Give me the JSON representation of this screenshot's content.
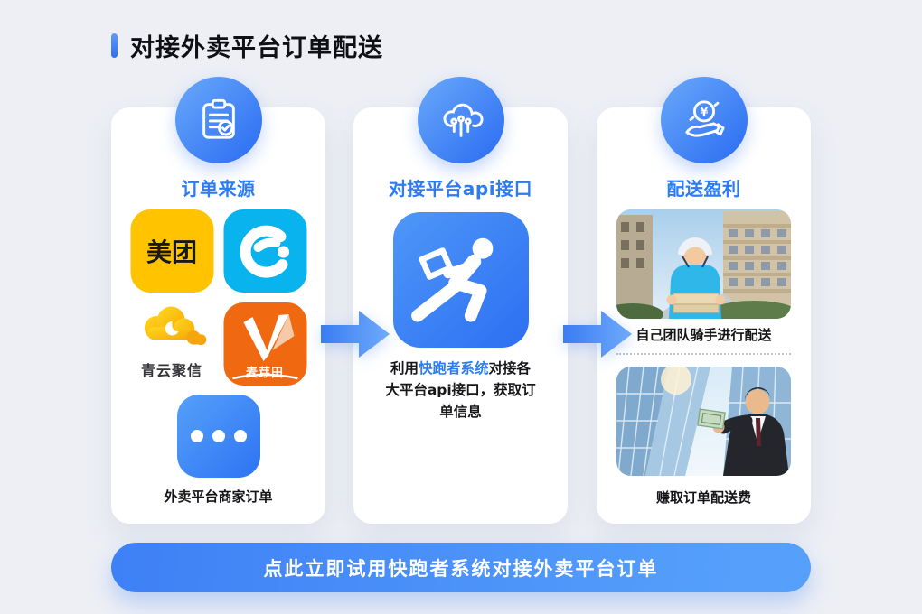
{
  "page": {
    "title": "对接外卖平台订单配送",
    "background_color": "#edeff5",
    "accent_color": "#2b7cf6"
  },
  "cards": [
    {
      "id": "order-sources",
      "badge_icon": "clipboard-check-icon",
      "title": "订单来源",
      "apps": [
        {
          "icon": "meituan-app-icon",
          "label": "美团",
          "color": "#ffc300"
        },
        {
          "icon": "eleme-app-icon",
          "color": "#09b3ee"
        },
        {
          "icon": "qingyun-cloud-logo",
          "label": "青云聚信",
          "color": "#ffc918"
        },
        {
          "icon": "maiyatian-app-icon",
          "label": "麦芽田",
          "color": "#f0680f"
        }
      ],
      "more_icon": "ellipsis-icon",
      "caption": "外卖平台商家订单"
    },
    {
      "id": "platform-api",
      "badge_icon": "cloud-api-icon",
      "title": "对接平台api接口",
      "main_icon": "runner-icon",
      "desc": {
        "prefix": "利用",
        "highlight": "快跑者系统",
        "suffix": "对接各大平台api接口，获取订单信息"
      }
    },
    {
      "id": "delivery-profit",
      "badge_icon": "hand-coin-icon",
      "title": "配送盈利",
      "photos": [
        {
          "image": "delivery-rider-photo",
          "caption": "自己团队骑手进行配送"
        },
        {
          "image": "businessman-money-photo",
          "caption": "赚取订单配送费"
        }
      ]
    }
  ],
  "arrows": [
    {
      "icon": "arrow-right-icon"
    },
    {
      "icon": "arrow-right-icon"
    }
  ],
  "cta": {
    "label": "点此立即试用快跑者系统对接外卖平台订单",
    "color": "#4a8ef8"
  }
}
